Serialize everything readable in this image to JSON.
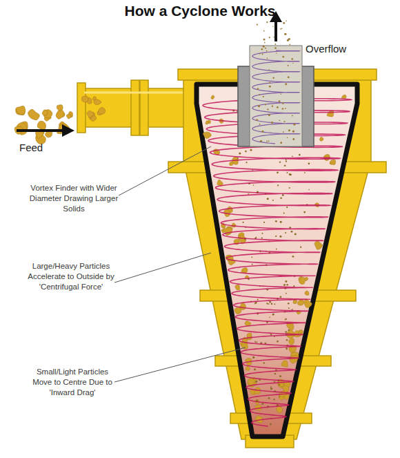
{
  "diagram": {
    "title": "How a Cyclone Works",
    "labels": [
      "Overflow",
      "Feed",
      "Vortex Finder with Wider Diameter Drawing Larger Solids",
      "Large/Heavy Particles Accelerate to Outside by 'Centrifugal Force'",
      "Small/Light Particles Move to Centre Due to 'Inward Drag'"
    ]
  }
}
